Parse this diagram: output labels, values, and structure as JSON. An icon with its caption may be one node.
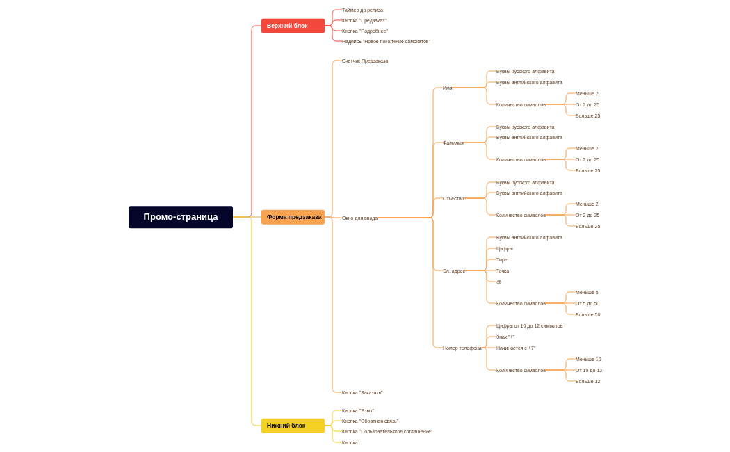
{
  "diagram": {
    "nodes": [
      {
        "text": [
          "Промо-страница"
        ]
      },
      {
        "text": [
          "Верхний блок"
        ]
      },
      {
        "text": [
          "Таймер до релиза"
        ]
      },
      {
        "text": [
          "Кнопка \"Предзаказ\""
        ]
      },
      {
        "text": [
          "Кнопка \"Подробнее\""
        ]
      },
      {
        "text": [
          "Надпись \"Новое поколение самокатов\""
        ]
      },
      {
        "text": [
          "Форма предзаказа"
        ]
      },
      {
        "text": [
          "Счетчик Предзаказа"
        ]
      },
      {
        "text": [
          "Окно для ввода"
        ]
      },
      {
        "text": [
          "Имя"
        ]
      },
      {
        "text": [
          "Буквы русского алфавита"
        ]
      },
      {
        "text": [
          "Буквы английского алфавита"
        ]
      },
      {
        "text": [
          "Количество символов"
        ]
      },
      {
        "text": [
          "Меньше 2"
        ]
      },
      {
        "text": [
          "От 2 до 25"
        ]
      },
      {
        "text": [
          "Больше 25"
        ]
      },
      {
        "text": [
          "Фамилия"
        ]
      },
      {
        "text": [
          "Буквы русского алфавита"
        ]
      },
      {
        "text": [
          "Буквы английского алфавита"
        ]
      },
      {
        "text": [
          "Количество символов"
        ]
      },
      {
        "text": [
          "Меньше 2"
        ]
      },
      {
        "text": [
          "От 2 до 25"
        ]
      },
      {
        "text": [
          "Больше 25"
        ]
      },
      {
        "text": [
          "Отчество"
        ]
      },
      {
        "text": [
          "Буквы русского алфавита"
        ]
      },
      {
        "text": [
          "Буквы английского алфавита"
        ]
      },
      {
        "text": [
          "Количество символов"
        ]
      },
      {
        "text": [
          "Меньше 2"
        ]
      },
      {
        "text": [
          "От 2 до 25"
        ]
      },
      {
        "text": [
          "Больше 25"
        ]
      },
      {
        "text": [
          "Эл. адрес"
        ]
      },
      {
        "text": [
          "Буквы английского алфавита"
        ]
      },
      {
        "text": [
          "Цифры"
        ]
      },
      {
        "text": [
          "Тире"
        ]
      },
      {
        "text": [
          "Точка"
        ]
      },
      {
        "text": [
          "@"
        ]
      },
      {
        "text": [
          "Количество символов"
        ]
      },
      {
        "text": [
          "Меньше 5"
        ]
      },
      {
        "text": [
          "От 5 до 50"
        ]
      },
      {
        "text": [
          "Больше 50"
        ]
      },
      {
        "text": [
          "Номер телефона"
        ]
      },
      {
        "text": [
          "Цифры от 10 до 12 символов"
        ]
      },
      {
        "text": [
          "Знак \"+\""
        ]
      },
      {
        "text": [
          "Начинается с +7\""
        ]
      },
      {
        "text": [
          "Количество символов"
        ]
      },
      {
        "text": [
          "Меньше 10"
        ]
      },
      {
        "text": [
          "От 10 до 12"
        ]
      },
      {
        "text": [
          "Больше 12"
        ]
      },
      {
        "text": [
          "Кнопка \"Заказать\""
        ]
      },
      {
        "text": [
          "Нижний блок"
        ]
      },
      {
        "text": [
          "Кнопка \"Язык\""
        ]
      },
      {
        "text": [
          "Кнопка \"Обратная связь\""
        ]
      },
      {
        "text": [
          "Кнопка \"Пользовательское соглашение\""
        ]
      },
      {
        "text": [
          "Кнопка"
        ]
      }
    ],
    "edges": [
      {
        "from": 0,
        "to": 1,
        "arrow": "none",
        "color": "#f4473c"
      },
      {
        "from": 1,
        "to": 2,
        "arrow": "none",
        "color": "#f4473c"
      },
      {
        "from": 1,
        "to": 3,
        "arrow": "none",
        "color": "#f4473c"
      },
      {
        "from": 1,
        "to": 4,
        "arrow": "none",
        "color": "#f4473c"
      },
      {
        "from": 1,
        "to": 5,
        "arrow": "none",
        "color": "#f4473c"
      },
      {
        "from": 0,
        "to": 6,
        "arrow": "none"
      },
      {
        "from": 6,
        "to": 7,
        "arrow": "none"
      },
      {
        "from": 6,
        "to": 8,
        "arrow": "none"
      },
      {
        "from": 8,
        "to": 9,
        "arrow": "none"
      },
      {
        "from": 9,
        "to": 10,
        "arrow": "none"
      },
      {
        "from": 9,
        "to": 11,
        "arrow": "none"
      },
      {
        "from": 9,
        "to": 12,
        "arrow": "none"
      },
      {
        "from": 12,
        "to": 13,
        "arrow": "none"
      },
      {
        "from": 12,
        "to": 14,
        "arrow": "none"
      },
      {
        "from": 12,
        "to": 15,
        "arrow": "none"
      },
      {
        "from": 8,
        "to": 16,
        "arrow": "none"
      },
      {
        "from": 16,
        "to": 17,
        "arrow": "none"
      },
      {
        "from": 16,
        "to": 18,
        "arrow": "none"
      },
      {
        "from": 16,
        "to": 19,
        "arrow": "none"
      },
      {
        "from": 19,
        "to": 20,
        "arrow": "none"
      },
      {
        "from": 19,
        "to": 21,
        "arrow": "none"
      },
      {
        "from": 19,
        "to": 22,
        "arrow": "none"
      },
      {
        "from": 8,
        "to": 23,
        "arrow": "none"
      },
      {
        "from": 23,
        "to": 24,
        "arrow": "none"
      },
      {
        "from": 23,
        "to": 25,
        "arrow": "none"
      },
      {
        "from": 23,
        "to": 26,
        "arrow": "none"
      },
      {
        "from": 26,
        "to": 27,
        "arrow": "none"
      },
      {
        "from": 26,
        "to": 28,
        "arrow": "none"
      },
      {
        "from": 26,
        "to": 29,
        "arrow": "none"
      },
      {
        "from": 8,
        "to": 30,
        "arrow": "none"
      },
      {
        "from": 30,
        "to": 31,
        "arrow": "none"
      },
      {
        "from": 30,
        "to": 32,
        "arrow": "none"
      },
      {
        "from": 30,
        "to": 33,
        "arrow": "none"
      },
      {
        "from": 30,
        "to": 34,
        "arrow": "none"
      },
      {
        "from": 30,
        "to": 35,
        "arrow": "none"
      },
      {
        "from": 30,
        "to": 36,
        "arrow": "none"
      },
      {
        "from": 36,
        "to": 37,
        "arrow": "none"
      },
      {
        "from": 36,
        "to": 38,
        "arrow": "none"
      },
      {
        "from": 36,
        "to": 39,
        "arrow": "none"
      },
      {
        "from": 8,
        "to": 40,
        "arrow": "none"
      },
      {
        "from": 40,
        "to": 41,
        "arrow": "none"
      },
      {
        "from": 40,
        "to": 42,
        "arrow": "none"
      },
      {
        "from": 40,
        "to": 43,
        "arrow": "none"
      },
      {
        "from": 40,
        "to": 44,
        "arrow": "none"
      },
      {
        "from": 44,
        "to": 45,
        "arrow": "none"
      },
      {
        "from": 44,
        "to": 46,
        "arrow": "none"
      },
      {
        "from": 44,
        "to": 47,
        "arrow": "none"
      },
      {
        "from": 6,
        "to": 48,
        "arrow": "none"
      },
      {
        "from": 0,
        "to": 49,
        "arrow": "none",
        "color": "#f2d024"
      },
      {
        "from": 49,
        "to": 50,
        "arrow": "none",
        "color": "#f2d024"
      },
      {
        "from": 49,
        "to": 51,
        "arrow": "none",
        "color": "#f2d024"
      },
      {
        "from": 49,
        "to": 52,
        "arrow": "none",
        "color": "#f2d024"
      },
      {
        "from": 49,
        "to": 53,
        "arrow": "none",
        "color": "#f2d024"
      }
    ]
  }
}
